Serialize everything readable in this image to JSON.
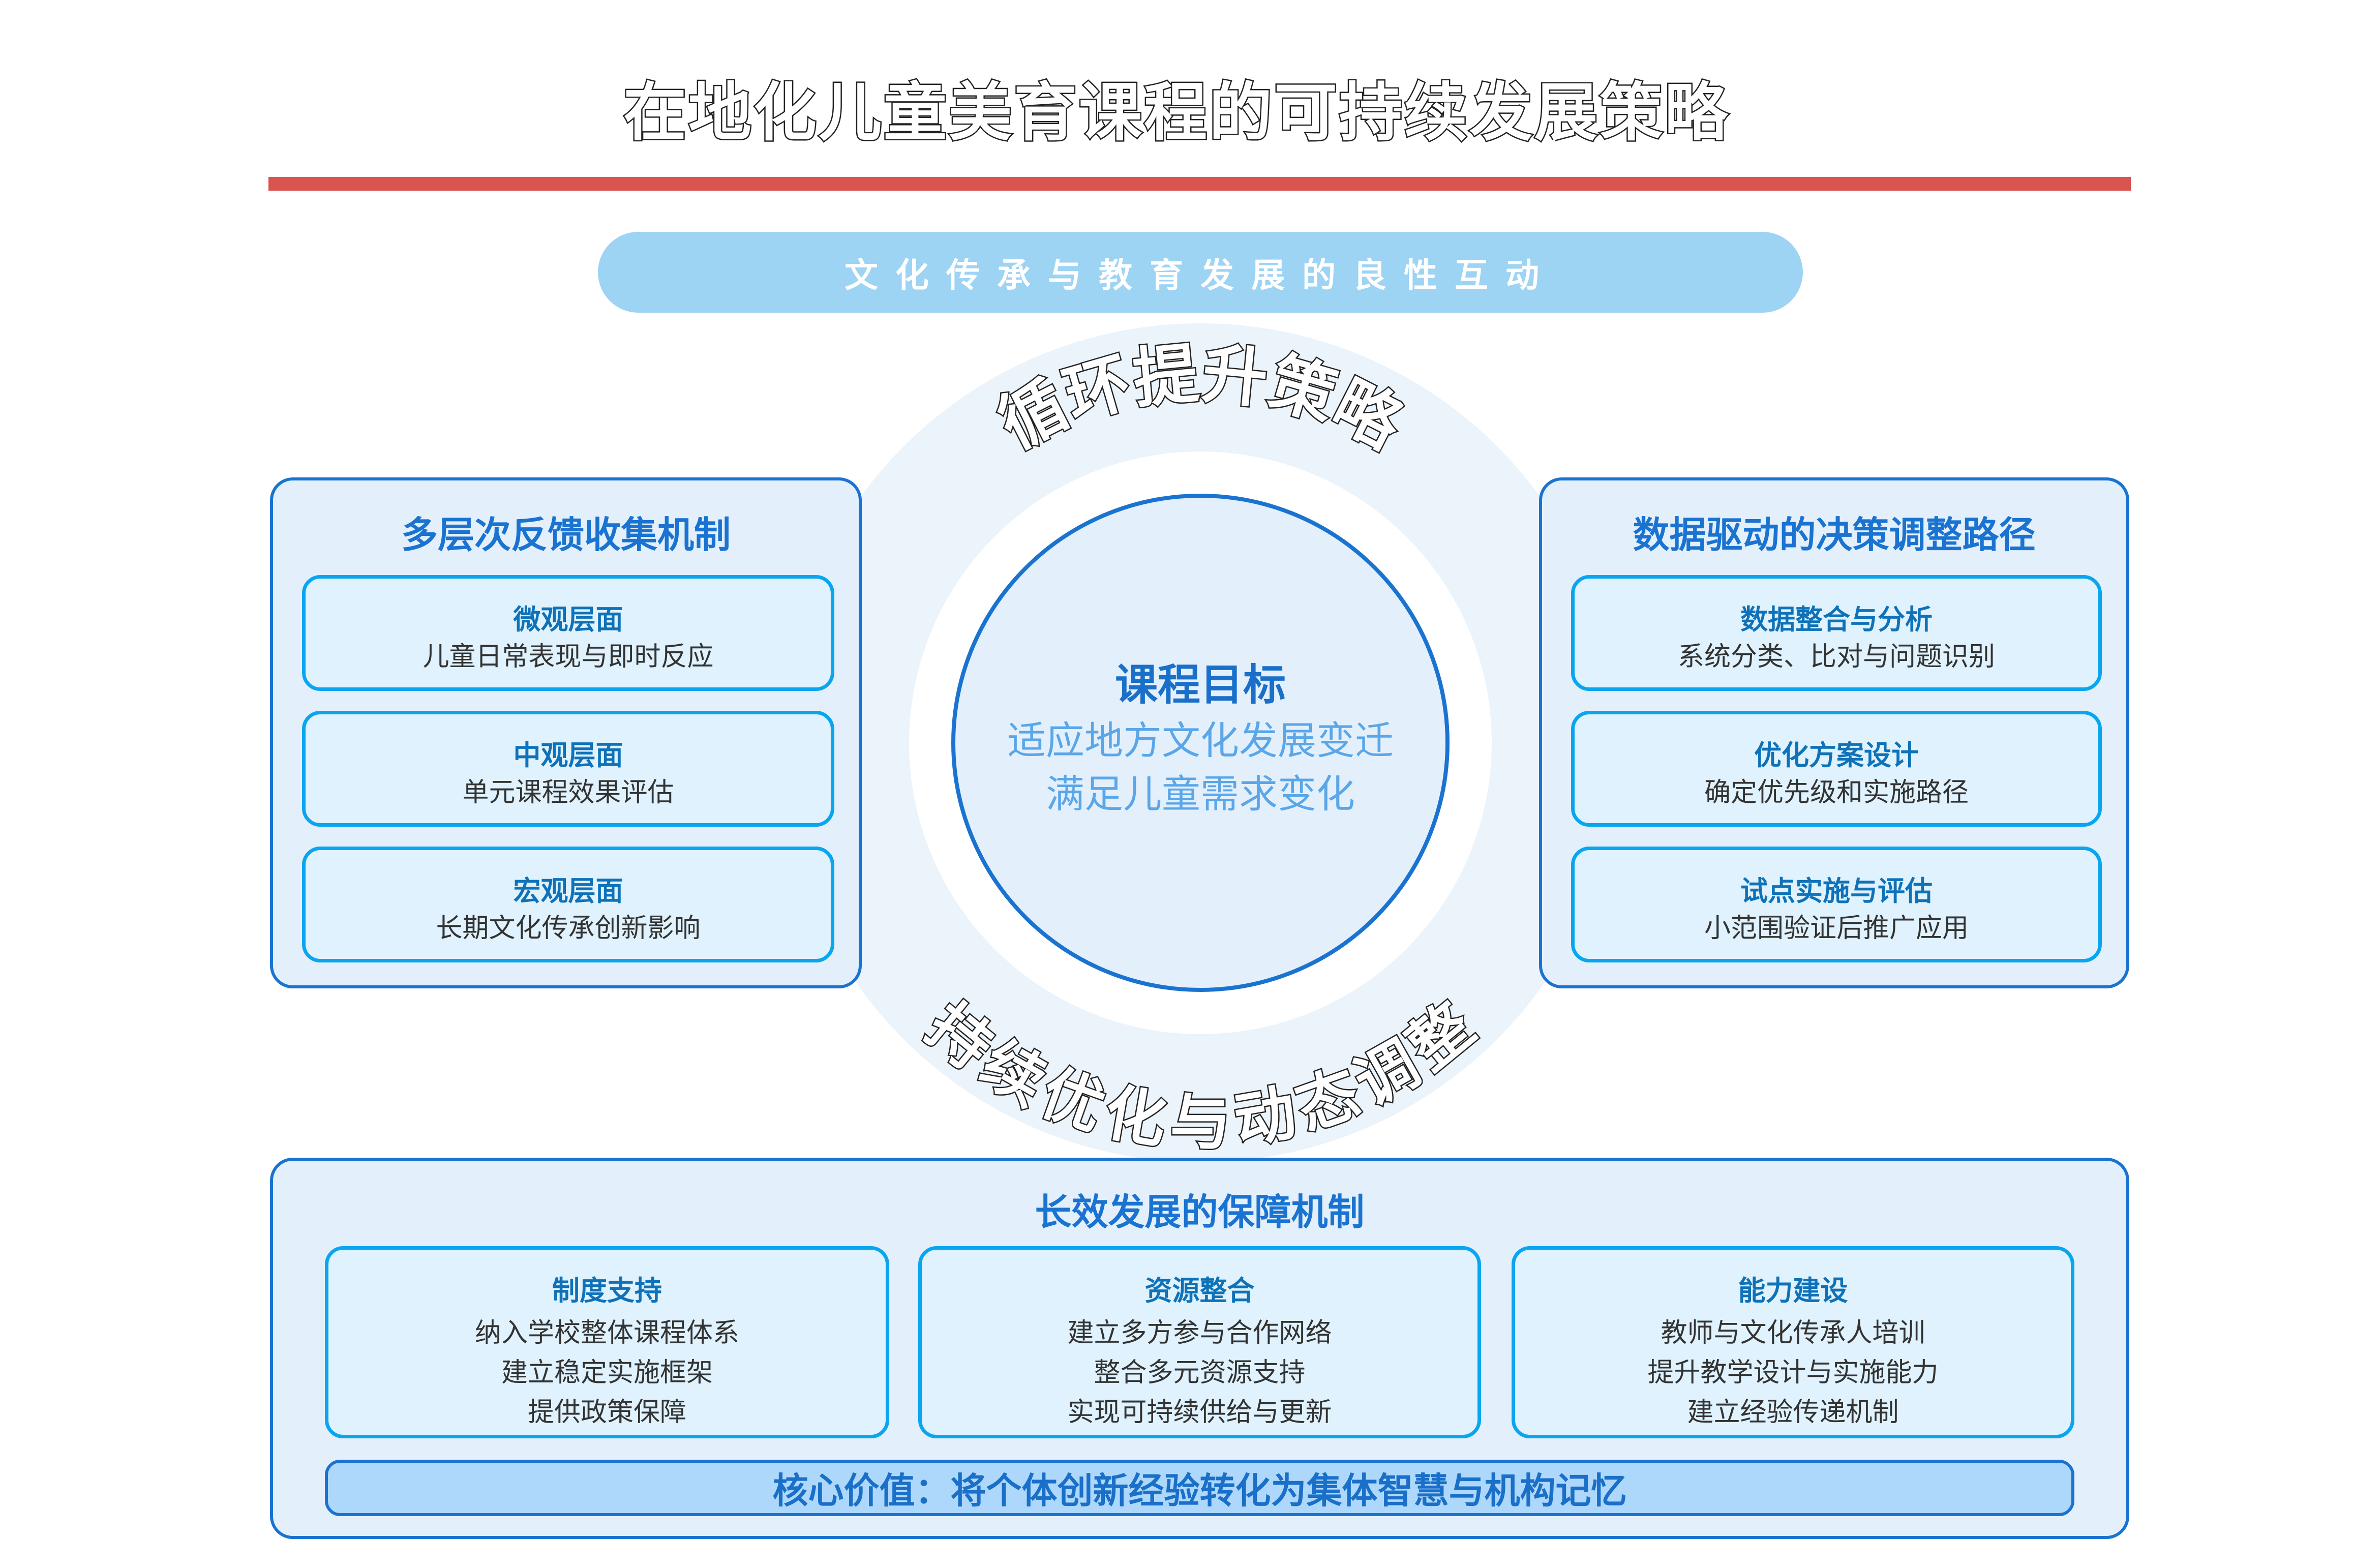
{
  "title": "在地化儿童美育课程的可持续发展策略",
  "banner": "文化传承与教育发展的良性互动",
  "cycle": {
    "top_arc": "循环提升策略",
    "bottom_arc": "持续优化与动态调整",
    "center_title": "课程目标",
    "center_lines": [
      "适应地方文化发展变迁",
      "满足儿童需求变化"
    ]
  },
  "left_panel": {
    "title": "多层次反馈收集机制",
    "items": [
      {
        "title": "微观层面",
        "desc": "儿童日常表现与即时反应"
      },
      {
        "title": "中观层面",
        "desc": "单元课程效果评估"
      },
      {
        "title": "宏观层面",
        "desc": "长期文化传承创新影响"
      }
    ]
  },
  "right_panel": {
    "title": "数据驱动的决策调整路径",
    "items": [
      {
        "title": "数据整合与分析",
        "desc": "系统分类、比对与问题识别"
      },
      {
        "title": "优化方案设计",
        "desc": "确定优先级和实施路径"
      },
      {
        "title": "试点实施与评估",
        "desc": "小范围验证后推广应用"
      }
    ]
  },
  "bottom_panel": {
    "title": "长效发展的保障机制",
    "items": [
      {
        "title": "制度支持",
        "lines": [
          "纳入学校整体课程体系",
          "建立稳定实施框架",
          "提供政策保障"
        ]
      },
      {
        "title": "资源整合",
        "lines": [
          "建立多方参与合作网络",
          "整合多元资源支持",
          "实现可持续供给与更新"
        ]
      },
      {
        "title": "能力建设",
        "lines": [
          "教师与文化传承人培训",
          "提升教学设计与实施能力",
          "建立经验传递机制"
        ]
      }
    ],
    "core_value": "核心价值：将个体创新经验转化为集体智慧与机构记忆"
  },
  "colors": {
    "accent": "#1a73d0",
    "red_bar": "#d9534f",
    "banner": "#9dd3f3",
    "sub_border": "#0aa5ef"
  }
}
